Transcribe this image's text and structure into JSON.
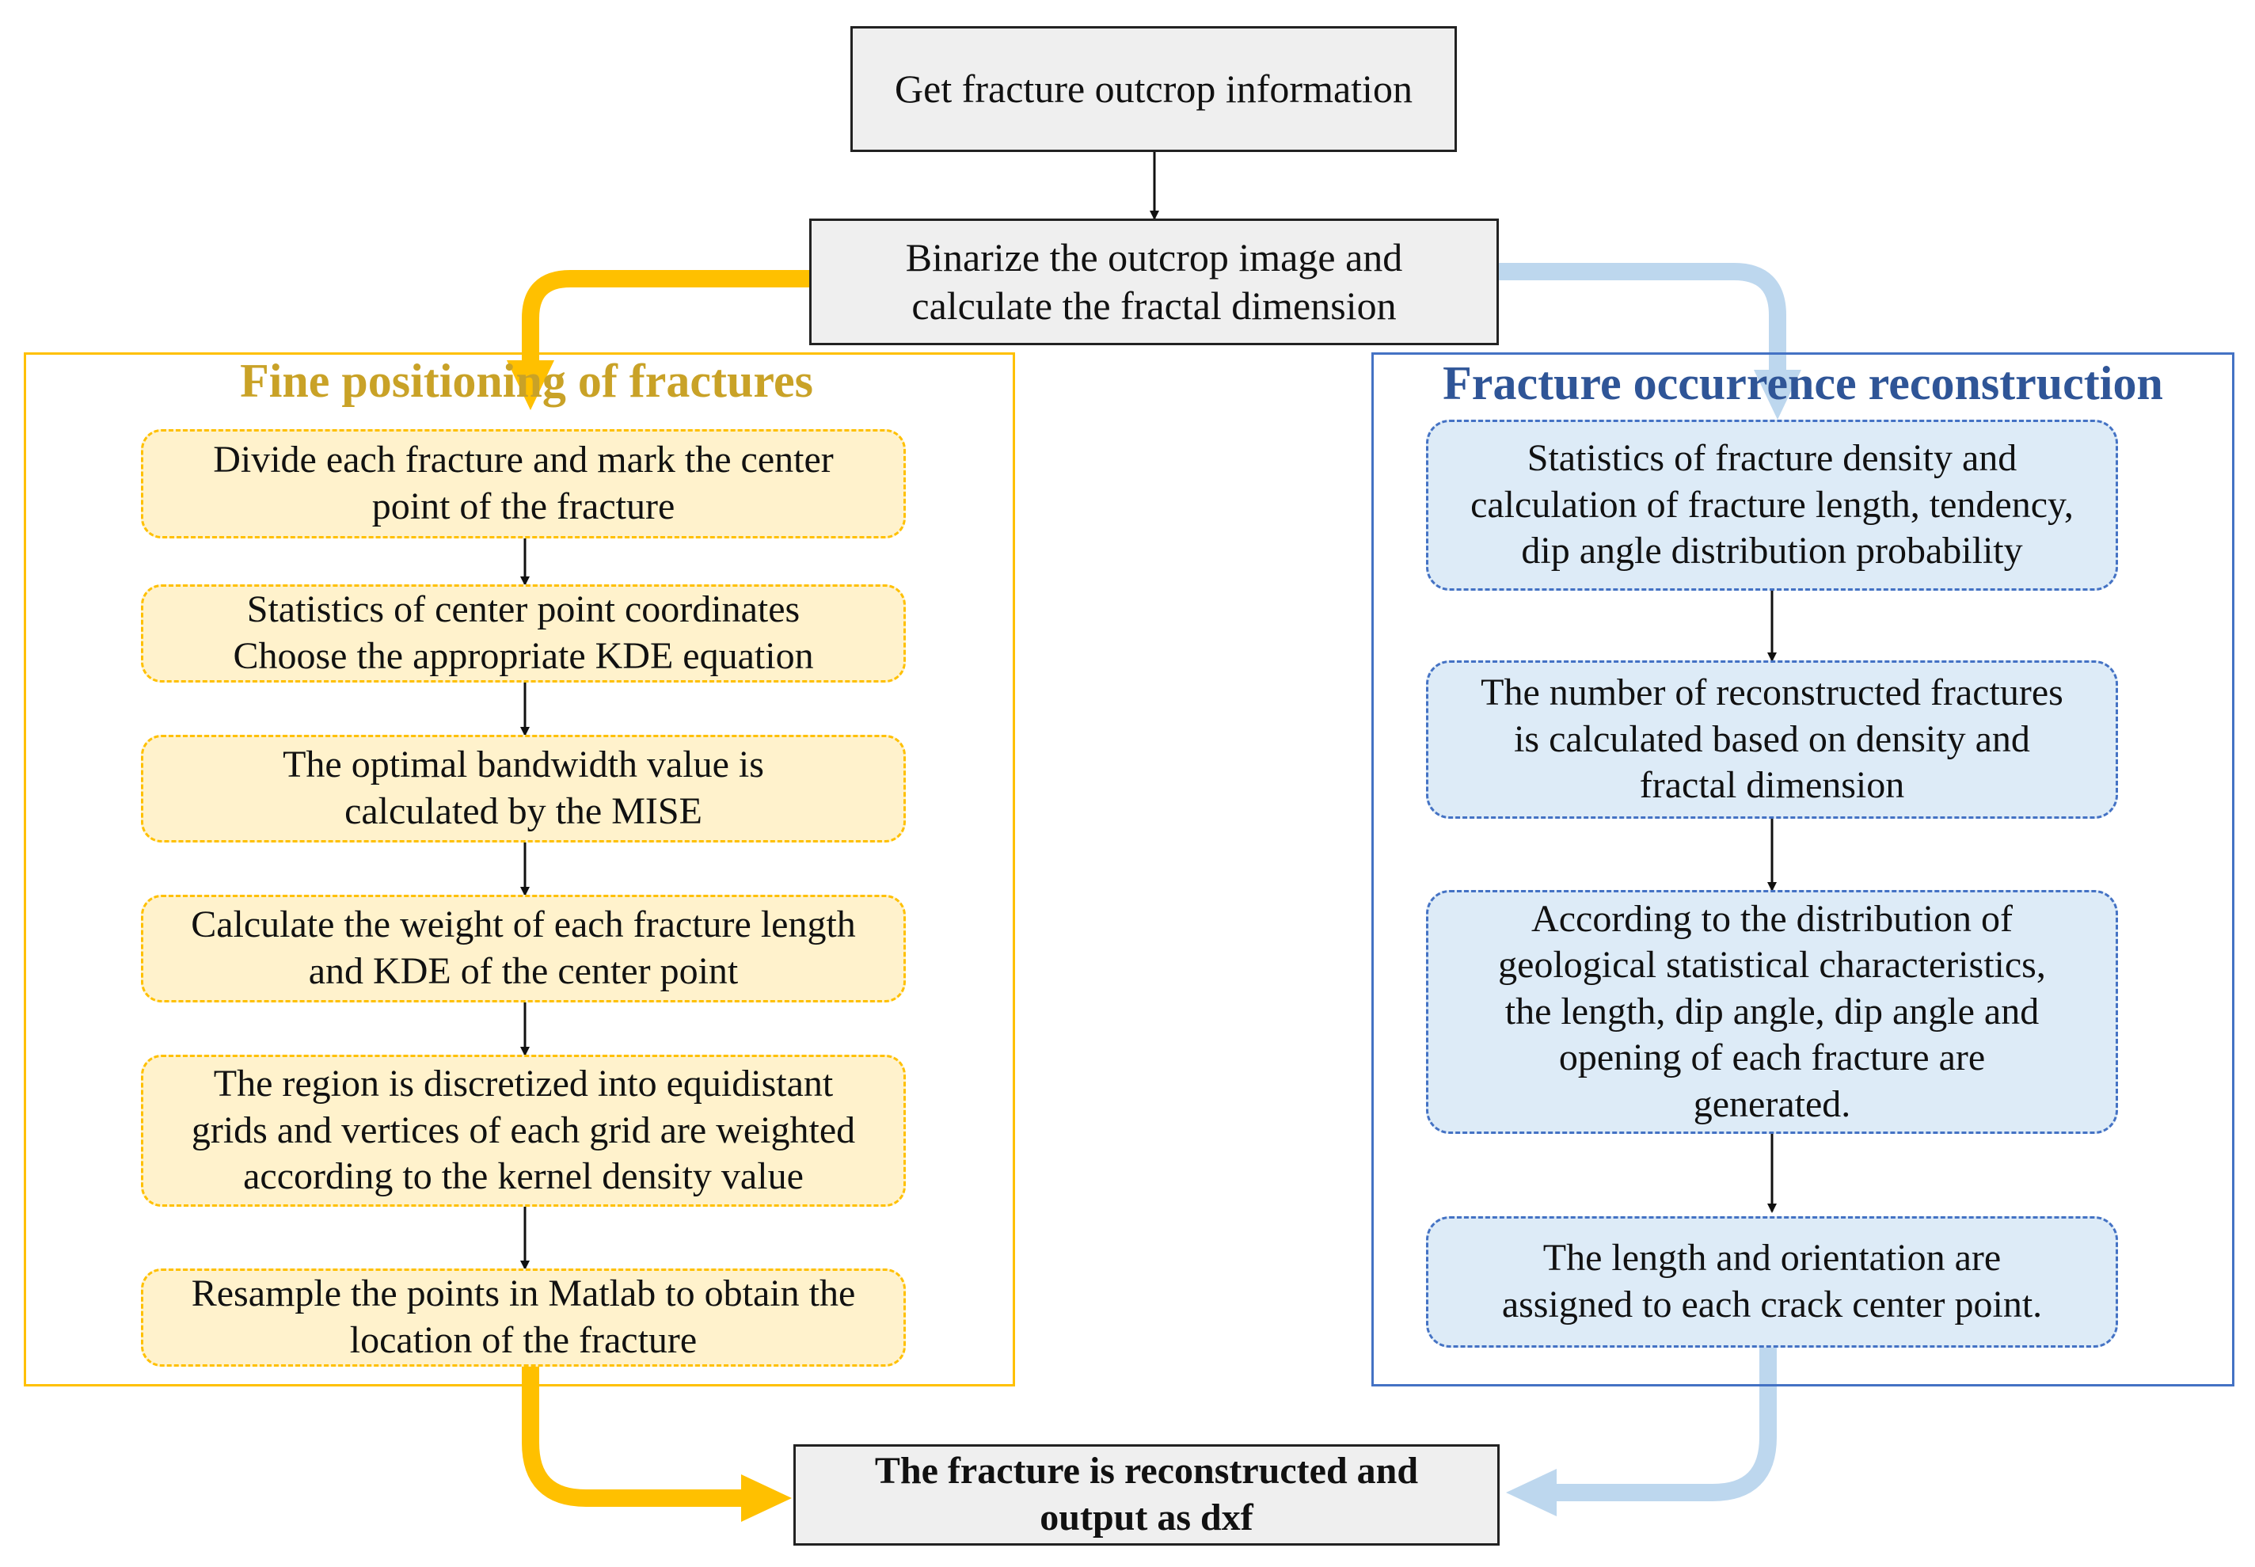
{
  "start": {
    "lines": [
      "Get fracture outcrop information"
    ]
  },
  "binarize": {
    "lines": [
      "Binarize the outcrop image and",
      "calculate the fractal dimension"
    ]
  },
  "left_panel": {
    "title": "Fine positioning of fractures",
    "steps": [
      {
        "lines": [
          "Divide each fracture and mark the center",
          "point of the fracture"
        ]
      },
      {
        "lines": [
          "Statistics of center point coordinates",
          "Choose the appropriate KDE equation"
        ]
      },
      {
        "lines": [
          "The optimal bandwidth value is",
          "calculated by the MISE"
        ]
      },
      {
        "lines": [
          "Calculate the weight of each fracture length",
          "and KDE of the center point"
        ]
      },
      {
        "lines": [
          "The region is discretized into equidistant",
          "grids and vertices of each grid are weighted",
          "according to the kernel density value"
        ]
      },
      {
        "lines": [
          "Resample the points in Matlab to obtain the",
          "location of the fracture"
        ]
      }
    ]
  },
  "right_panel": {
    "title": "Fracture occurrence reconstruction",
    "steps": [
      {
        "lines": [
          "Statistics of fracture density and",
          "calculation of fracture length, tendency,",
          "dip angle distribution probability"
        ]
      },
      {
        "lines": [
          "The number of reconstructed fractures",
          "is calculated based on density and",
          "fractal dimension"
        ]
      },
      {
        "lines": [
          "According to the distribution of",
          "geological statistical characteristics,",
          "the length, dip angle, dip angle and",
          "opening of each fracture are",
          "generated."
        ]
      },
      {
        "lines": [
          "The length and orientation are",
          "assigned to each crack center point."
        ]
      }
    ]
  },
  "output": {
    "lines": [
      "The fracture is reconstructed and",
      "output as dxf"
    ]
  },
  "colors": {
    "left_accent": "#ffc000",
    "left_fill": "#fff2cc",
    "right_accent": "#4472c4",
    "right_fill": "#ddebf7",
    "curve_right": "#bdd7ee"
  }
}
